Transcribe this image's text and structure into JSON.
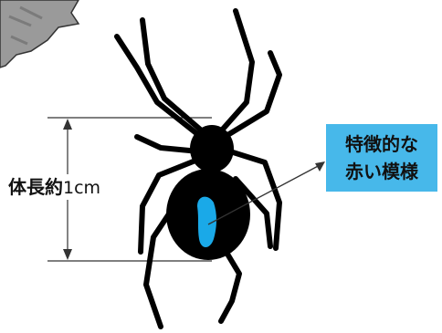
{
  "size_label": {
    "prefix": "体長約",
    "number": "1",
    "unit": "cm"
  },
  "callout": {
    "line1": "特徴的な",
    "line2": "赤い模様",
    "background_color": "#47b8ea"
  },
  "colors": {
    "spider": "#000000",
    "marking": "#1aa9e8",
    "corner_shape": "#9a9a9a"
  }
}
